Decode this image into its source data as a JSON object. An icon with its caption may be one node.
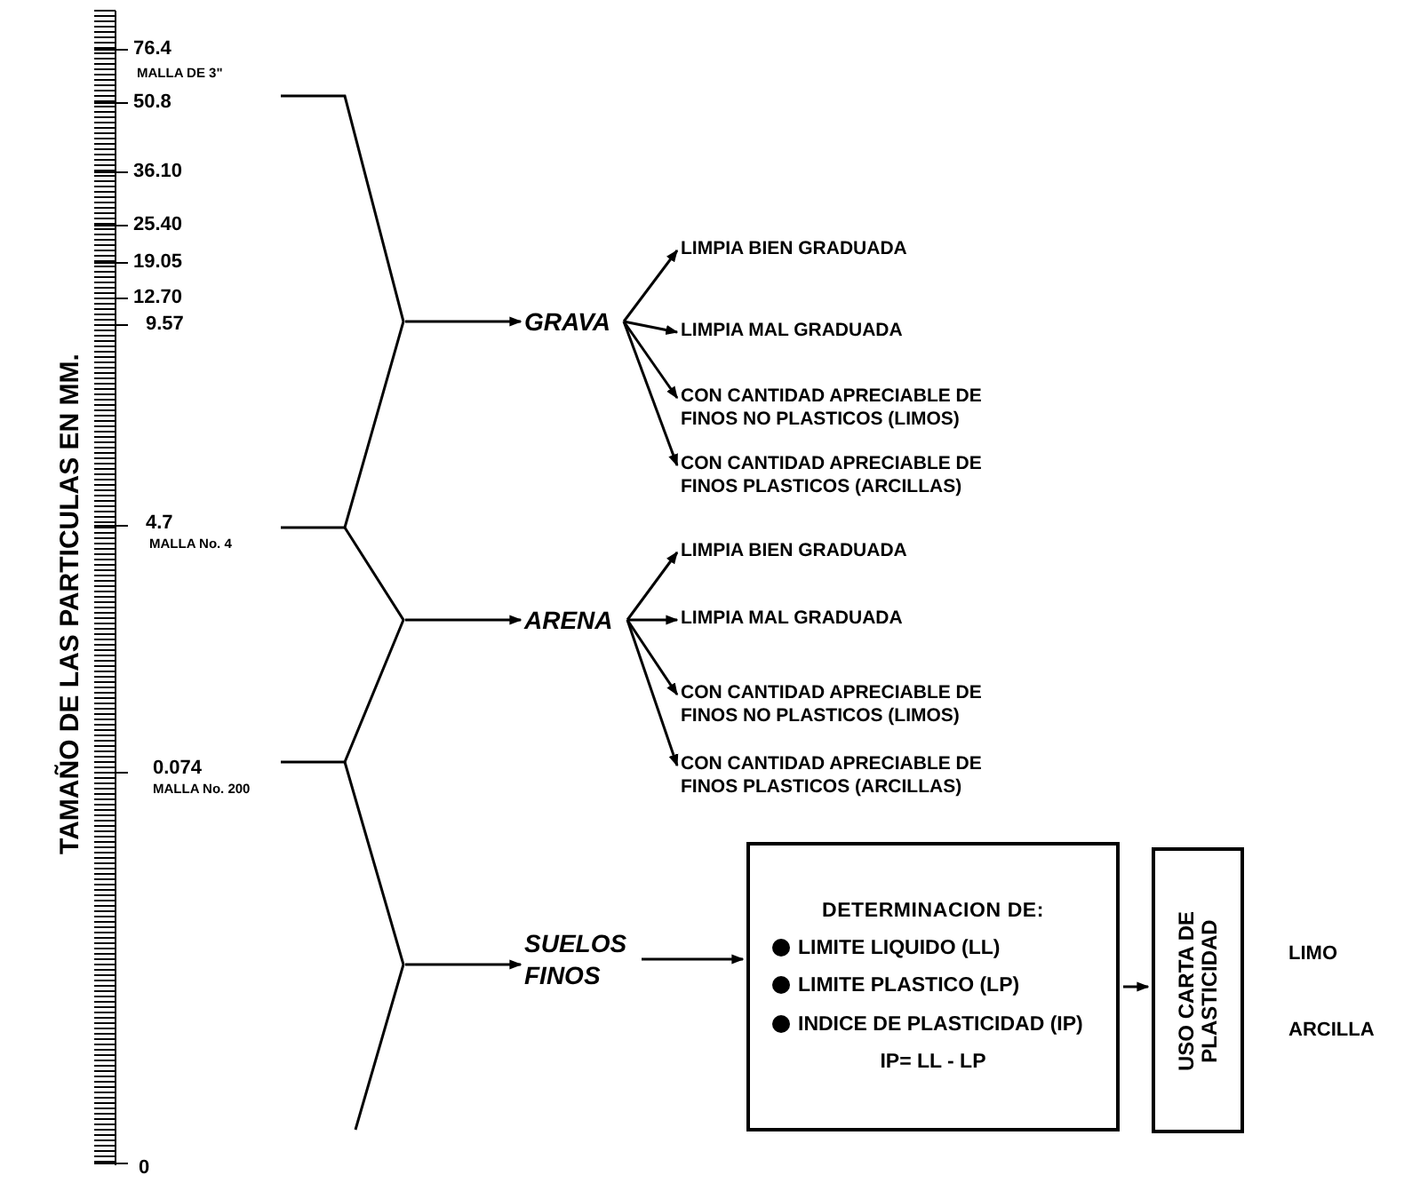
{
  "diagram": {
    "nodes": [
      {
        "text": [
          "GRAVA"
        ]
      },
      {
        "text": [
          "LIMPIA BIEN GRADUADA"
        ]
      },
      {
        "text": [
          "LIMPIA MAL GRADUADA"
        ]
      },
      {
        "text": [
          "CON CANTIDAD APRECIABLE DE FINOS NO PLASTICOS (LIMOS)"
        ]
      },
      {
        "text": [
          "CON CANTIDAD APRECIABLE DE FINOS PLASTICOS (ARCILLAS)"
        ]
      },
      {
        "text": [
          "ARENA"
        ]
      },
      {
        "text": [
          "LIMPIA BIEN GRADUADA"
        ]
      },
      {
        "text": [
          "LIMPIA MAL GRADUADA"
        ]
      },
      {
        "text": [
          "CON CANTIDAD APRECIABLE DE FINOS NO PLASTICOS (LIMOS)"
        ]
      },
      {
        "text": [
          "CON CANTIDAD APRECIABLE DE FINOS PLASTICOS (ARCILLAS)"
        ]
      },
      {
        "text": [
          "SUELOS FINOS"
        ]
      },
      {
        "text": [
          "DETERMINACION DE:",
          "LIMITE LIQUIDO (LL)",
          "LIMITE PLASTICO (LP)",
          "INDICE DE PLASTICIDAD (IP)",
          "IP= LL - LP"
        ]
      },
      {
        "text": [
          "USO CARTA DE PLASTICIDAD"
        ]
      },
      {
        "text": [],
        "shape": "bracket"
      },
      {
        "text": [],
        "shape": "bracket"
      },
      {
        "text": [],
        "shape": "bracket"
      }
    ],
    "edges": [
      {
        "from": 13,
        "to": 0,
        "arrow": "to"
      },
      {
        "from": 0,
        "to": 1,
        "arrow": "to"
      },
      {
        "from": 0,
        "to": 2,
        "arrow": "to"
      },
      {
        "from": 0,
        "to": 3,
        "arrow": "to"
      },
      {
        "from": 0,
        "to": 4,
        "arrow": "to"
      },
      {
        "from": 14,
        "to": 5,
        "arrow": "to"
      },
      {
        "from": 5,
        "to": 6,
        "arrow": "to"
      },
      {
        "from": 5,
        "to": 7,
        "arrow": "to"
      },
      {
        "from": 5,
        "to": 8,
        "arrow": "to"
      },
      {
        "from": 5,
        "to": 9,
        "arrow": "to"
      },
      {
        "from": 15,
        "to": 10,
        "arrow": "to"
      },
      {
        "from": 10,
        "to": 11,
        "arrow": "to"
      },
      {
        "from": 11,
        "to": 12,
        "arrow": "to"
      }
    ],
    "labels": [
      "TAMAÑO DE LAS PARTICULAS EN MM.",
      "76.4",
      "MALLA DE 3\"",
      "50.8",
      "36.10",
      "25.40",
      "19.05",
      "12.70",
      "9.57",
      "4.7",
      "MALLA No. 4",
      "0.074",
      "MALLA No. 200",
      "0",
      "LIMO",
      "ARCILLA"
    ]
  }
}
